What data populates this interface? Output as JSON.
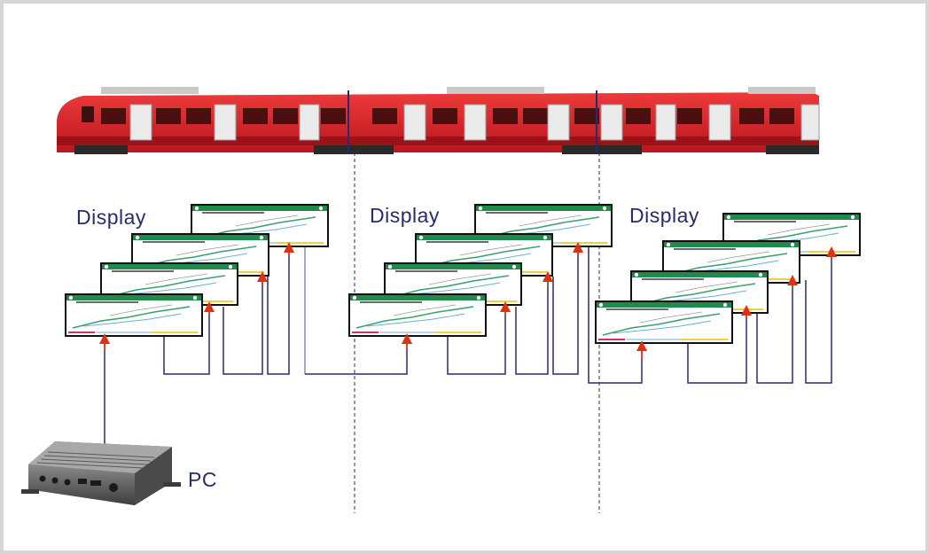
{
  "labels": {
    "display_1": "Display",
    "display_2": "Display",
    "display_3": "Display",
    "pc": "PC"
  },
  "colors": {
    "train_red": "#d8222a",
    "train_roof": "#c9c9c9",
    "cable": "#2a2a6e",
    "arrow": "#e03010",
    "display_header": "#1f8a4c",
    "display_frame": "#111111",
    "divider": "#2a2a6e",
    "label_text": "#2a2a6e"
  },
  "icons": {
    "train": "regional-train-image",
    "display": "passenger-info-display",
    "pc": "embedded-box-pc"
  }
}
